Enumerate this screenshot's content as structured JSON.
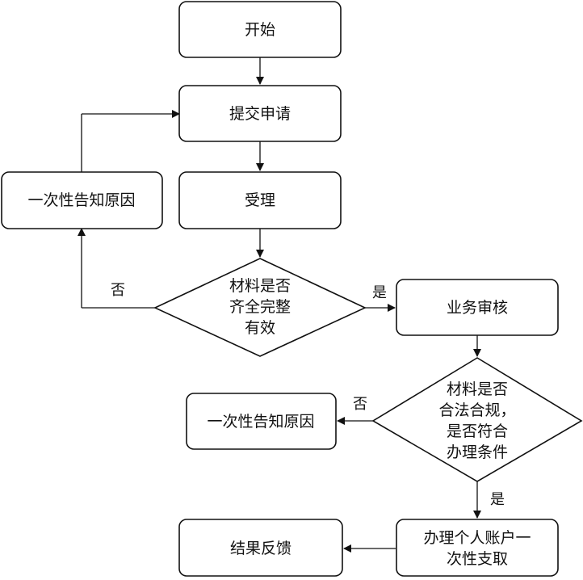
{
  "nodes": {
    "start": "开始",
    "submit": "提交申请",
    "accept": "受理",
    "check_complete": [
      "材料是否",
      "齐全完整",
      "有效"
    ],
    "notify_reason_1": "一次性告知原因",
    "business_review": "业务审核",
    "check_compliance": [
      "材料是否",
      "合法合规，",
      "是否符合",
      "办理条件"
    ],
    "notify_reason_2": "一次性告知原因",
    "withdraw": [
      "办理个人账户一",
      "次性支取"
    ],
    "feedback": "结果反馈"
  },
  "edge_labels": {
    "complete_no": "否",
    "complete_yes": "是",
    "compliance_no": "否",
    "compliance_yes": "是"
  }
}
